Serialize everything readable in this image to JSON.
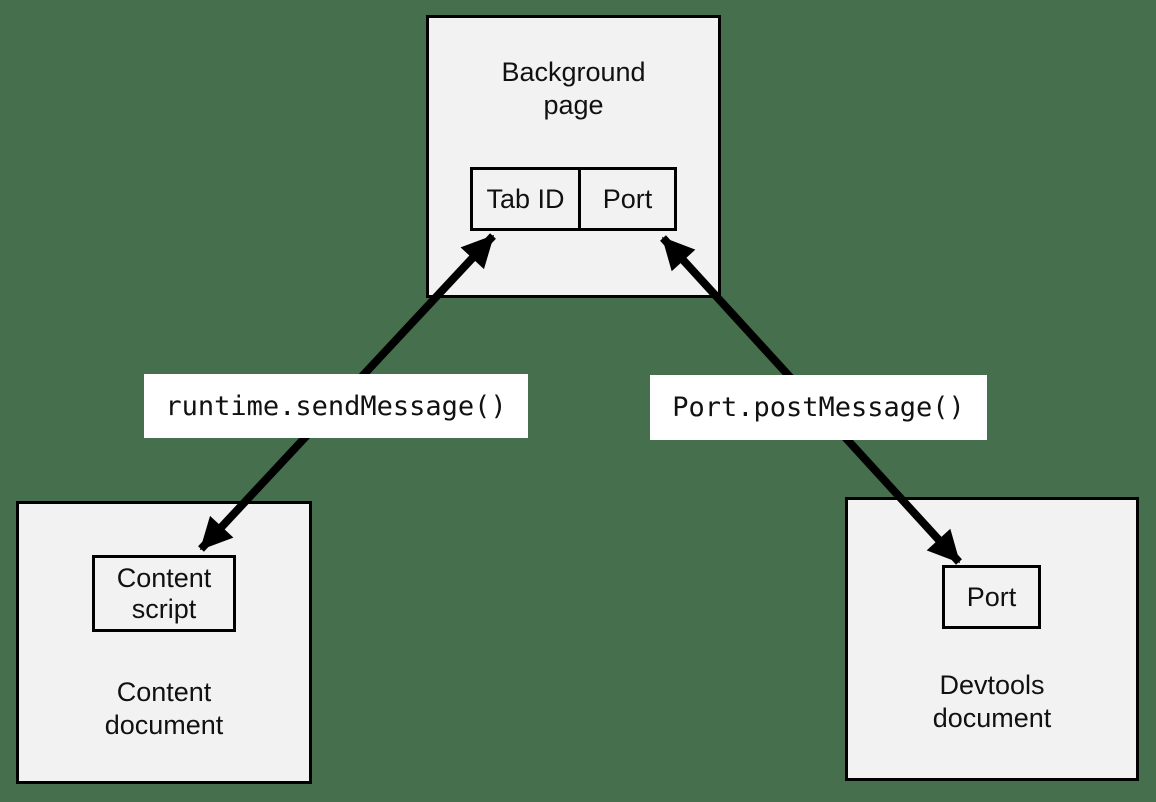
{
  "colors": {
    "page_background": "#46704D",
    "node_fill": "#f2f2f2",
    "node_border": "#000000",
    "label_background": "#ffffff",
    "arrow_color": "#000000",
    "text_color": "#111111"
  },
  "background_page": {
    "title": "Background\npage",
    "tab_id_cell": "Tab ID",
    "port_cell": "Port"
  },
  "content_document": {
    "content_script_box": "Content\nscript",
    "caption": "Content\ndocument"
  },
  "devtools_document": {
    "port_box": "Port",
    "caption": "Devtools\ndocument"
  },
  "arrows": {
    "left_label": "runtime.sendMessage()",
    "right_label": "Port.postMessage()"
  }
}
